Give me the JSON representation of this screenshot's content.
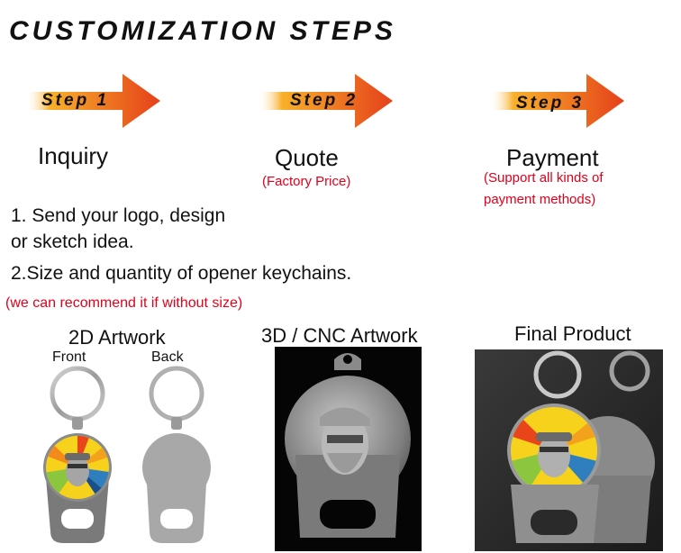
{
  "title": "CUSTOMIZATION STEPS",
  "steps": [
    {
      "badge": "Step 1",
      "name": "Inquiry",
      "note": ""
    },
    {
      "badge": "Step 2",
      "name": "Quote",
      "note": "(Factory Price)"
    },
    {
      "badge": "Step 3",
      "name": "Payment",
      "note_line1": "(Support all kinds of",
      "note_line2": "payment methods)"
    }
  ],
  "requirements": {
    "line1a": "1. Send your logo, design",
    "line1b": "or sketch idea.",
    "line2": "2.Size and quantity of opener keychains.",
    "note": "(we can recommend it if without size)"
  },
  "artworks": {
    "a2d_title": "2D Artwork",
    "front": "Front",
    "back": "Back",
    "a3d_title": "3D / CNC Artwork",
    "final_title": "Final Product"
  },
  "colors": {
    "arrow_start": "#f6a21c",
    "arrow_end": "#e8461a",
    "note_red": "#e3001b"
  }
}
